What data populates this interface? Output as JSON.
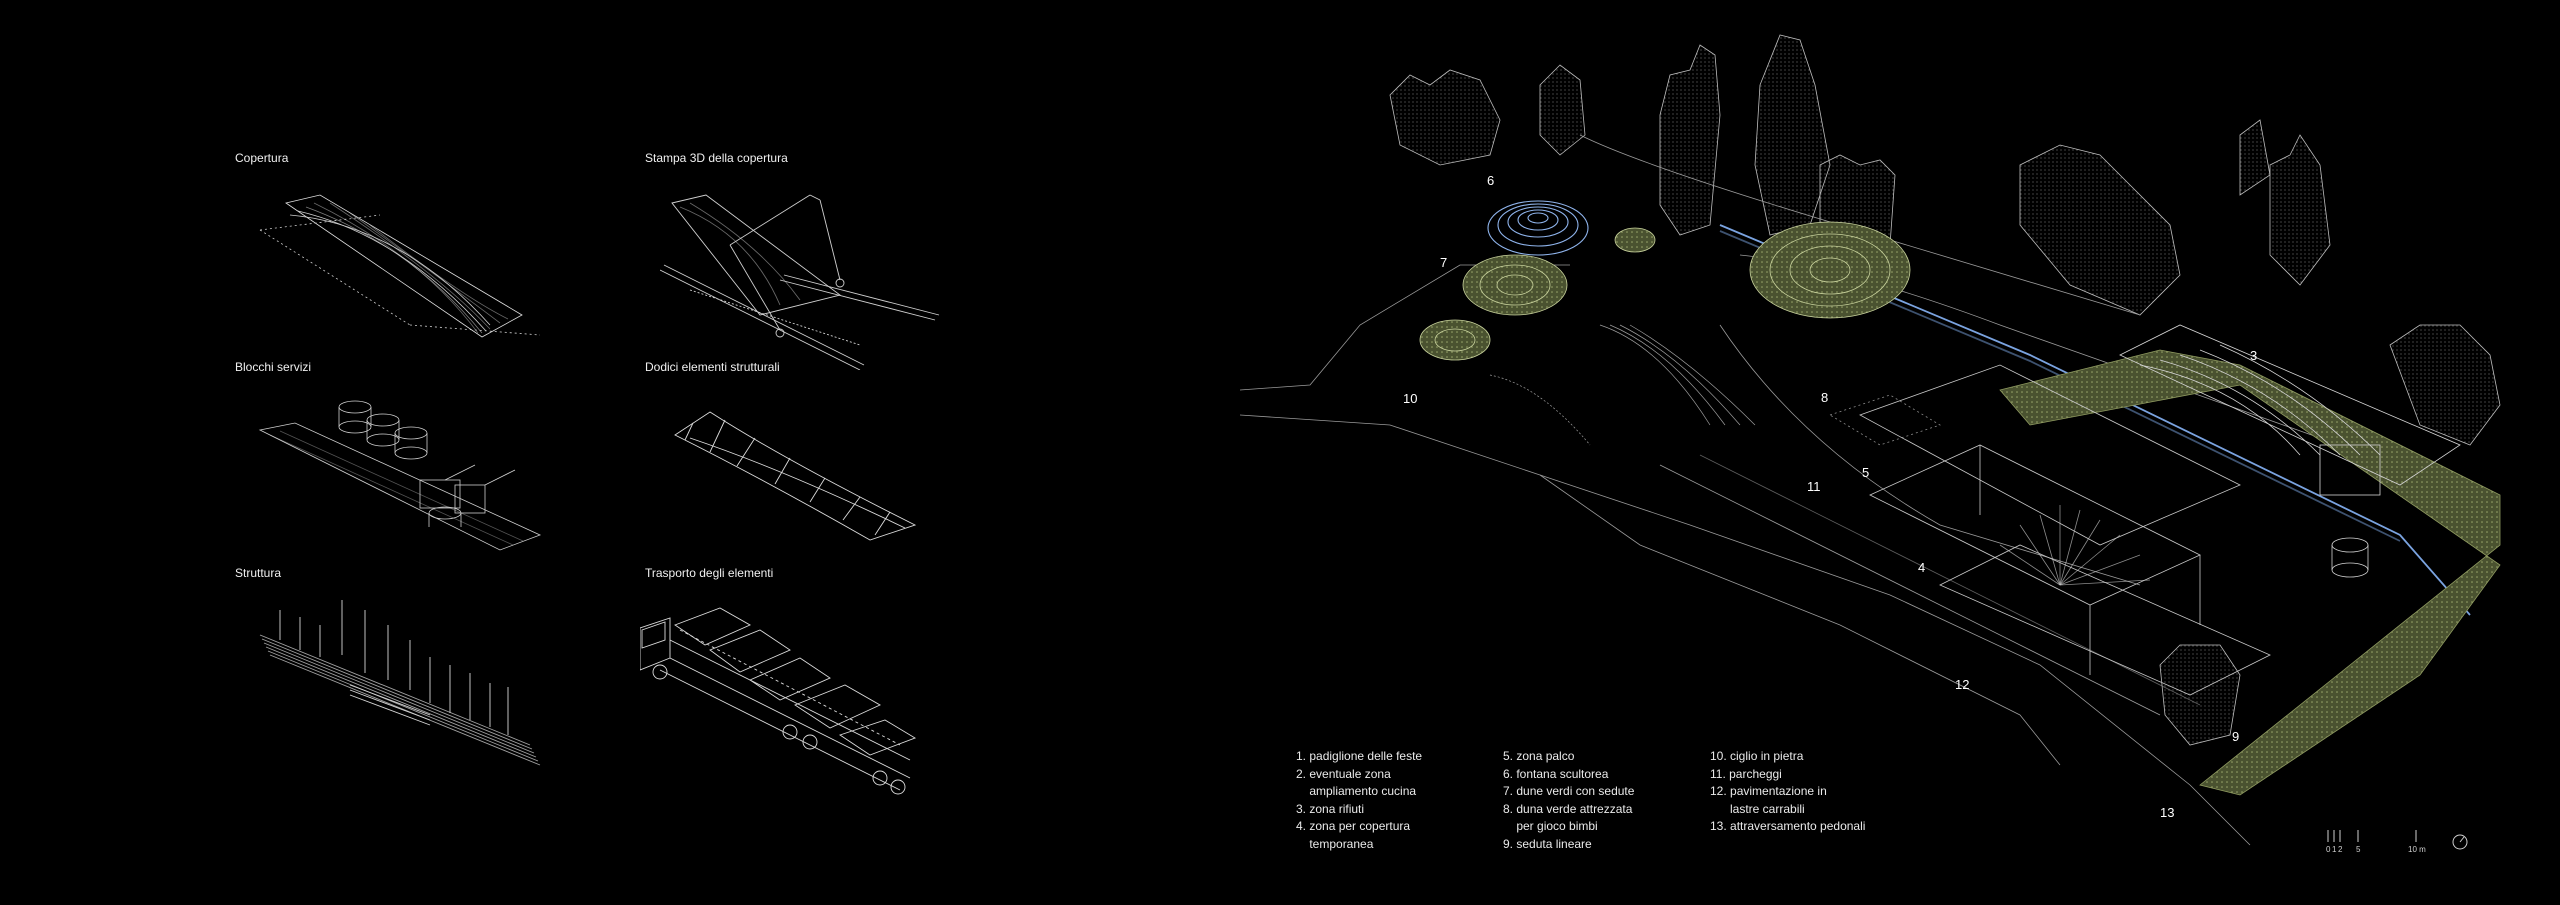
{
  "panels": [
    {
      "id": "copertura",
      "label": "Copertura"
    },
    {
      "id": "stampa",
      "label": "Stampa 3D della copertura"
    },
    {
      "id": "blocchi",
      "label": "Blocchi servizi"
    },
    {
      "id": "dodici",
      "label": "Dodici elementi strutturali"
    },
    {
      "id": "struttura",
      "label": "Struttura"
    },
    {
      "id": "trasporto",
      "label": "Trasporto degli elementi"
    }
  ],
  "plan_numbers": [
    "3",
    "4",
    "5",
    "6",
    "7",
    "8",
    "9",
    "10",
    "11",
    "12",
    "13"
  ],
  "legend": {
    "col1": [
      "1. padiglione delle feste",
      "2. eventuale zona",
      "    ampliamento cucina",
      "3. zona rifiuti",
      "4. zona per copertura",
      "    temporanea"
    ],
    "col2": [
      "5. zona palco",
      "6. fontana scultorea",
      "7. dune verdi con sedute",
      "8. duna verde attrezzata",
      "    per gioco bimbi",
      "9. seduta lineare"
    ],
    "col3": [
      "10. ciglio in pietra",
      "11. parcheggi",
      "12. pavimentazione in",
      "      lastre carrabili",
      "13. attraversamento pedonali"
    ]
  },
  "scale_bar": {
    "ticks": [
      "0",
      "1",
      "2",
      "5",
      "10 m"
    ]
  },
  "colors": {
    "background": "#000000",
    "line": "#d8d8d8",
    "green": "#b8c48a",
    "blue": "#7aa3e0"
  }
}
